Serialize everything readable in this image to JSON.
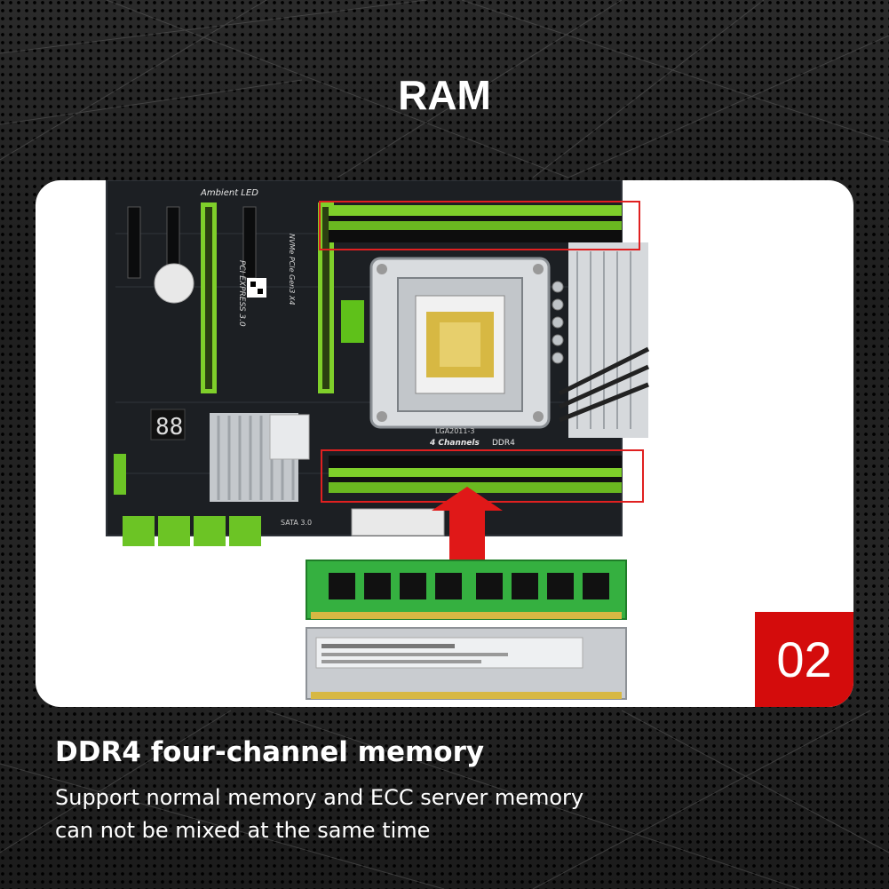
{
  "header": {
    "title": "RAM"
  },
  "badge": {
    "number": "02"
  },
  "feature": {
    "title": "DDR4 four-channel memory",
    "lines": [
      "Support normal memory and ECC server memory",
      "can not be mixed at the same time"
    ]
  },
  "board": {
    "labels": {
      "ambient_led": "Ambient LED",
      "pci_express": "PCI EXPRESS 3.0",
      "nvme": "NVMe PCIe Gen3 X4",
      "socket": "LGA2011-3",
      "channels": "4 Channels",
      "ddr": "DDR4",
      "sata": "SATA 3.0"
    }
  },
  "colors": {
    "accent_red": "#d40c0c",
    "slot_green": "#7fcf2a",
    "card_bg": "#ffffff"
  }
}
